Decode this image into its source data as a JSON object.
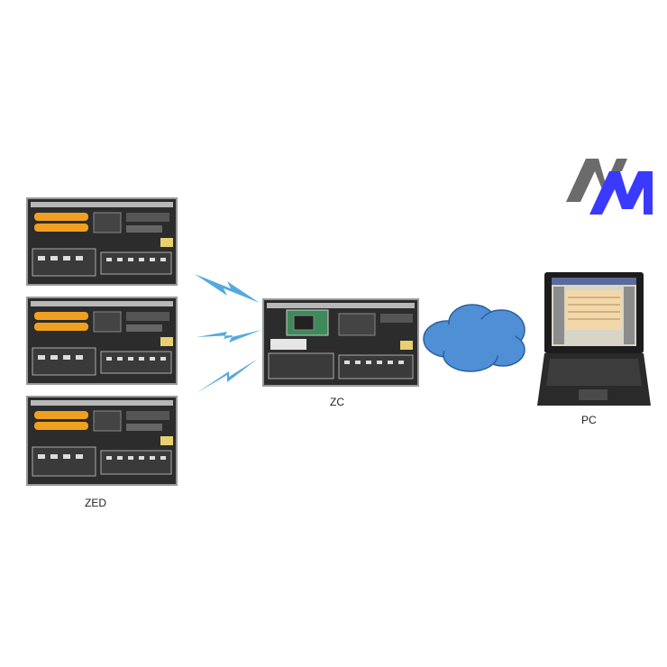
{
  "nodes": {
    "zed": {
      "label": "ZED",
      "count": 3,
      "battery_color": "#f0a020"
    },
    "zc": {
      "label": "ZC"
    },
    "pc": {
      "label": "PC"
    }
  },
  "links": {
    "wireless_color": "#55aadd",
    "cloud_color": "#4f8fd6"
  },
  "logo": {
    "color_dark": "#6b6b6b",
    "color_accent": "#3a3aff"
  }
}
